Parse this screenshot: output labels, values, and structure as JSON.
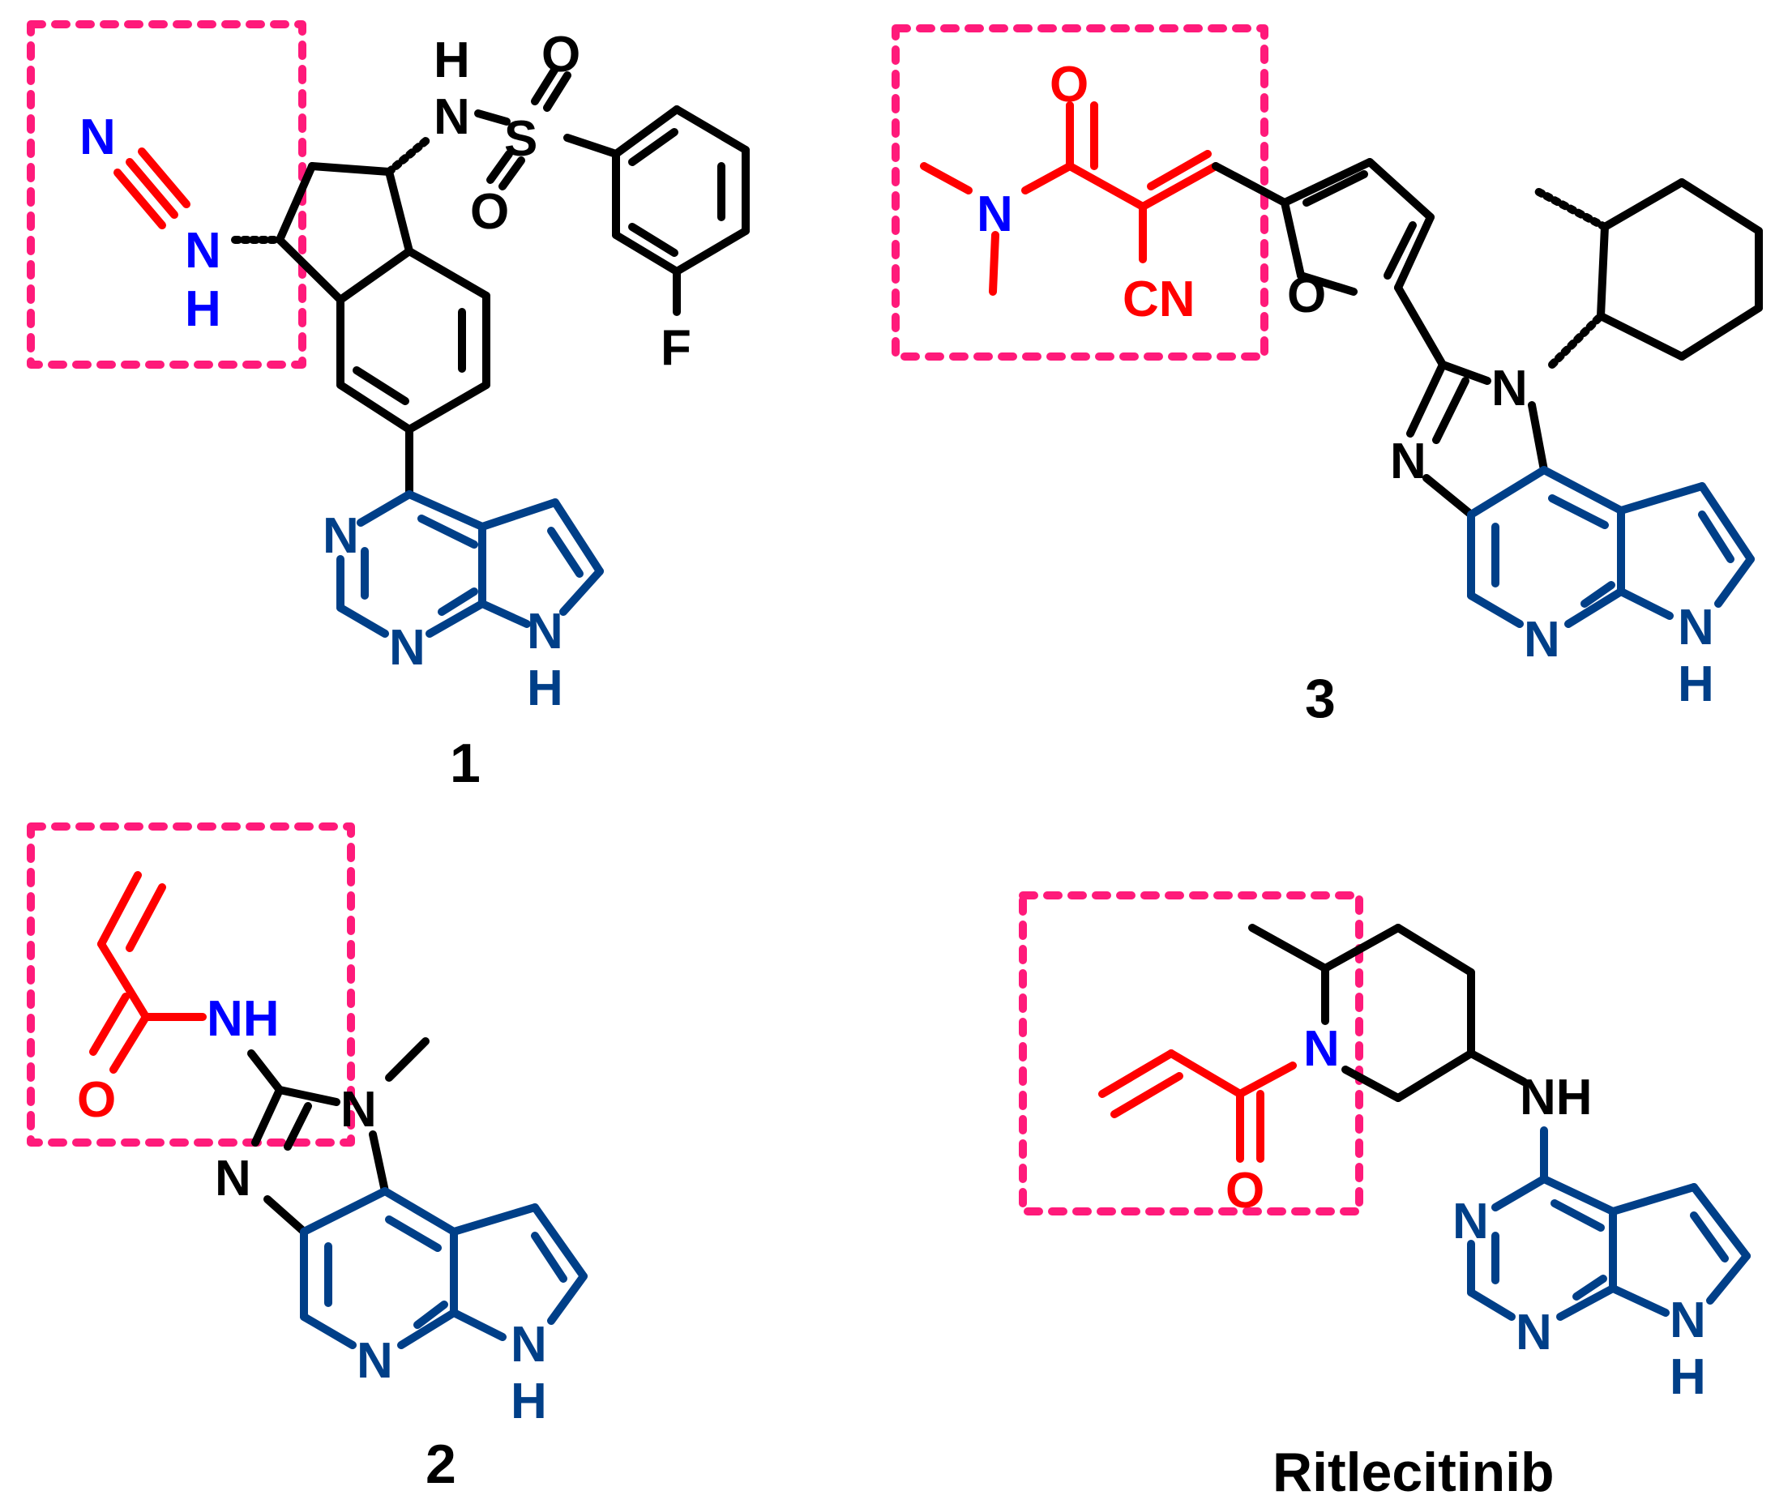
{
  "colors": {
    "black": "#000000",
    "red": "#ff0000",
    "blue": "#0000ff",
    "navy": "#003f88",
    "box": "#ff1a7a"
  },
  "captions": {
    "c1": "1",
    "c2": "2",
    "c3": "3",
    "c4": "Ritlecitinib"
  },
  "atoms": {
    "N": "N",
    "NH": "NH",
    "H": "H",
    "O": "O",
    "S": "S",
    "F": "F",
    "CN": "CN"
  }
}
